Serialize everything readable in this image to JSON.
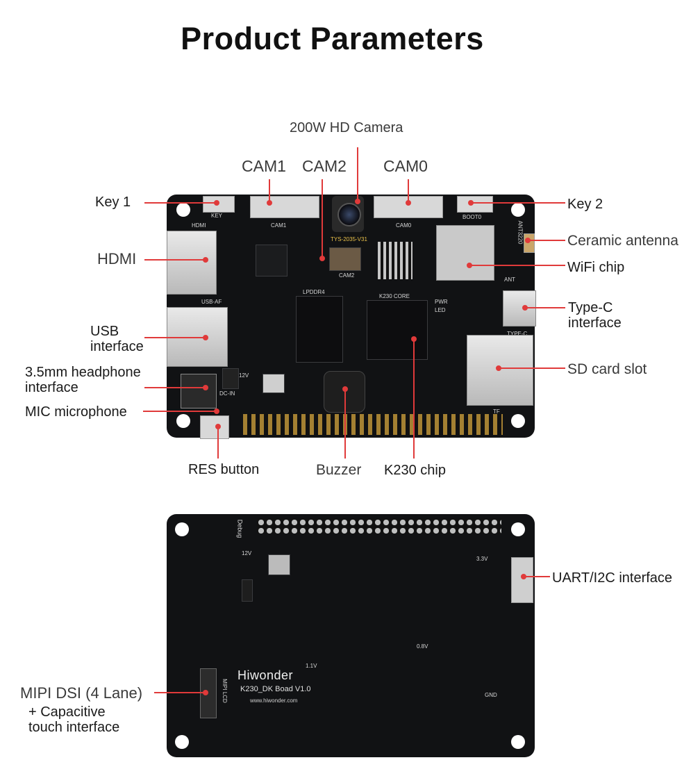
{
  "title": "Product Parameters",
  "front": {
    "labels": {
      "camera": "200W HD Camera",
      "cam1": "CAM1",
      "cam2": "CAM2",
      "cam0": "CAM0",
      "key1": "Key 1",
      "key2": "Key 2",
      "hdmi": "HDMI",
      "ceramic_antenna": "Ceramic antenna",
      "wifi_chip": "WiFi chip",
      "usb_line1": "USB",
      "usb_line2": "interface",
      "typec_line1": "Type-C",
      "typec_line2": "interface",
      "headphone_line1": "3.5mm headphone",
      "headphone_line2": "interface",
      "sd_card": "SD card slot",
      "mic": "MIC microphone",
      "res_button": "RES button",
      "buzzer": "Buzzer",
      "k230_chip": "K230 chip"
    },
    "silkscreen": {
      "hdmi": "HDMI",
      "usb": "USB-AF",
      "cam1": "CAM1",
      "cam2": "CAM2",
      "cam0": "CAM0",
      "boot0": "BOOT0",
      "key": "KEY",
      "lpddr": "LPDDR4",
      "k230core": "K230 CORE",
      "pwr": "PWR",
      "led": "LED",
      "ant": "ANT",
      "typec": "TYPE-C",
      "tf": "TF",
      "dcin": "DC-IN",
      "v12": "12V",
      "antenna_part": "ANT3220",
      "camera_part": "TYS-2035-V31"
    }
  },
  "back": {
    "labels": {
      "uart": "UART/I2C interface",
      "mipi_line1": "MIPI DSI (4 Lane)",
      "mipi_line2": "+ Capacitive",
      "mipi_line3": "touch interface"
    },
    "silkscreen": {
      "brand": "Hiwonder",
      "model": "K230_DK Boad V1.0",
      "website": "www.hiwonder.com",
      "debug": "Debug",
      "mipi_lcd": "MIPI LCD",
      "v12": "12V",
      "v33": "3.3V",
      "v08": "0.8V",
      "v11": "1.1V",
      "gnd": "GND"
    }
  },
  "colors": {
    "board": "#111214",
    "leader": "#e03a3a",
    "text": "#1a1a1a"
  }
}
